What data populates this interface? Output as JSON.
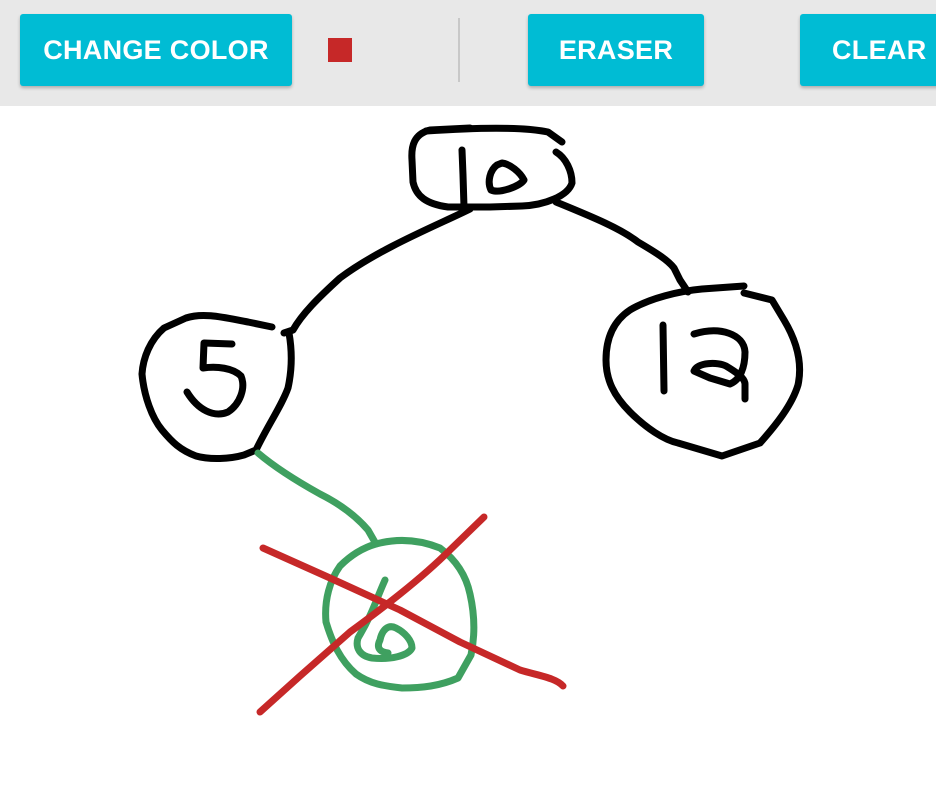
{
  "toolbar": {
    "change_color_label": "CHANGE COLOR",
    "eraser_label": "ERASER",
    "clear_label": "CLEAR B"
  },
  "current_color": "#c62828",
  "colors": {
    "accent": "#00bcd4",
    "black_stroke": "#000000",
    "green_stroke": "#3fa060",
    "red_stroke": "#c62828"
  }
}
